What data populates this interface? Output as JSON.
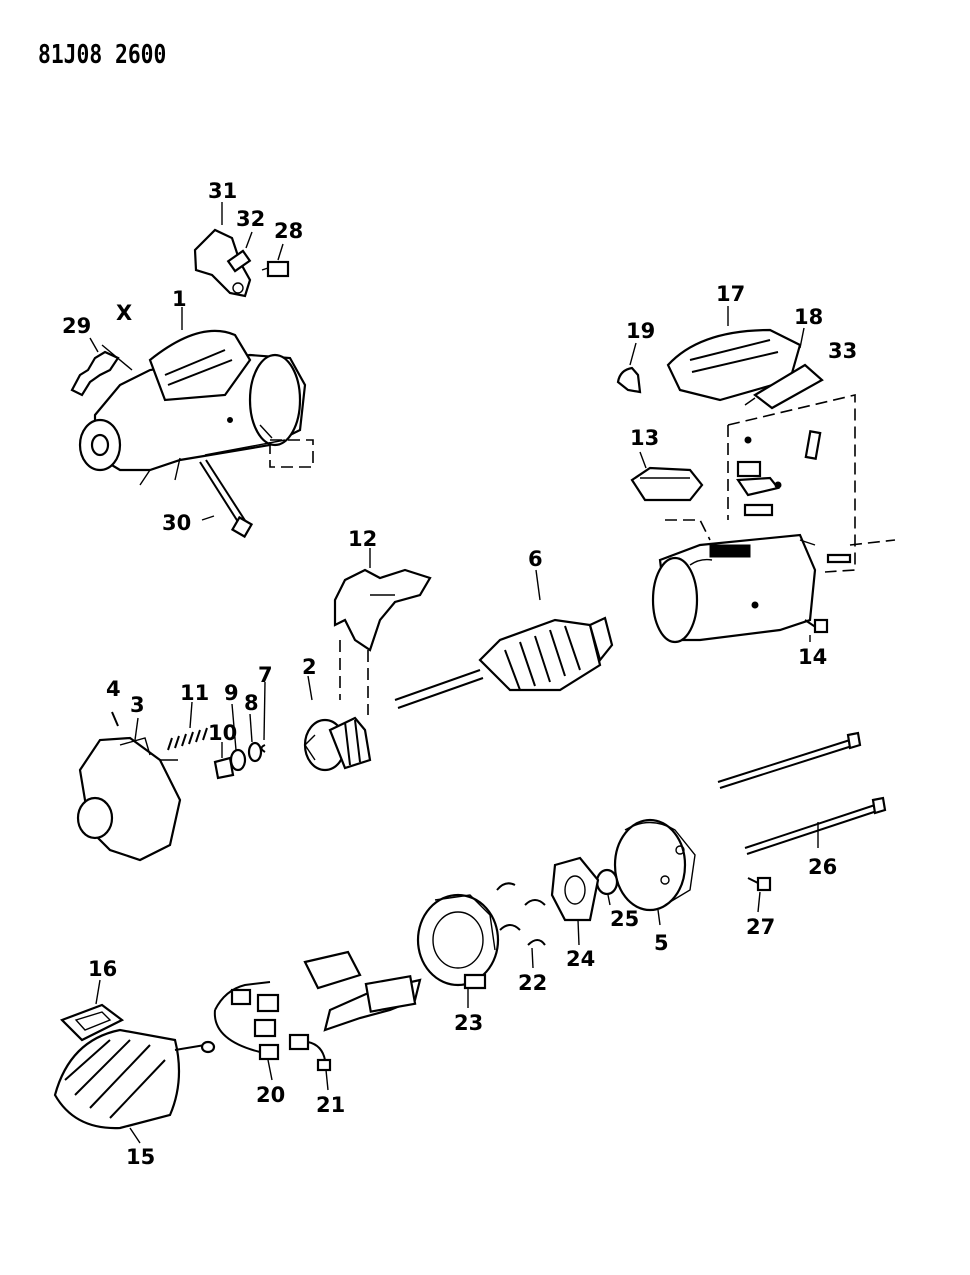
{
  "reference_code": "81J08 2600",
  "callouts": {
    "c1": "1",
    "c2": "2",
    "c3": "3",
    "c4": "4",
    "c5": "5",
    "c6": "6",
    "c7": "7",
    "c8": "8",
    "c9": "9",
    "c10": "10",
    "c11": "11",
    "c12": "12",
    "c13": "13",
    "c14": "14",
    "c15": "15",
    "c16": "16",
    "c17": "17",
    "c18": "18",
    "c19": "19",
    "c20": "20",
    "c21": "21",
    "c22": "22",
    "c23": "23",
    "c24": "24",
    "c25": "25",
    "c26": "26",
    "c27": "27",
    "c28": "28",
    "c29": "29",
    "c30": "30",
    "c31": "31",
    "c32": "32",
    "c33": "33"
  },
  "x_mark": "X"
}
